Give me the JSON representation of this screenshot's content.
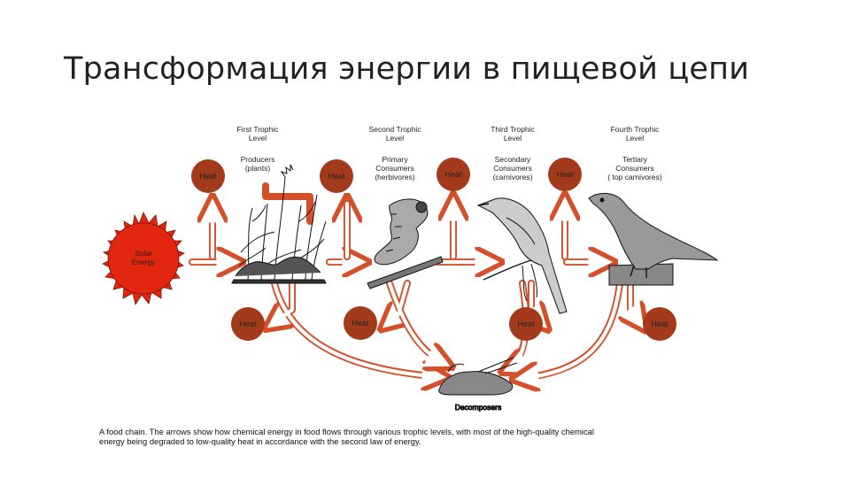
{
  "slide": {
    "title": "Трансформация энергии в пищевой цепи"
  },
  "diagram": {
    "levels": [
      {
        "name_line1": "First Trophic",
        "name_line2": "Level",
        "role_line1": "Producers",
        "role_line2": "(plants)",
        "role_line3": ""
      },
      {
        "name_line1": "Second Trophic",
        "name_line2": "Level",
        "role_line1": "Primary",
        "role_line2": "Consumers",
        "role_line3": "(herbivores)"
      },
      {
        "name_line1": "Third Trophic",
        "name_line2": "Level",
        "role_line1": "Secondary",
        "role_line2": "Consumers",
        "role_line3": "(carnivores)"
      },
      {
        "name_line1": "Fourth Trophic",
        "name_line2": "Level",
        "role_line1": "Tertiary",
        "role_line2": "Consumers",
        "role_line3": "( top carnivores)"
      }
    ],
    "heat_label": "Heat",
    "sun_line1": "Solar",
    "sun_line2": "Energy",
    "decomposers_label": "Decomposers",
    "caption": "A food chain. The arrows show how chemical energy in food flows through various trophic levels, with most of the high-quality chemical energy being degraded to low-quality heat in accordance with the second law of energy.",
    "colors": {
      "arrow_stroke": "#d4502a",
      "heat_fill": "#a33a1c",
      "sun_fill": "#e3260f"
    }
  }
}
